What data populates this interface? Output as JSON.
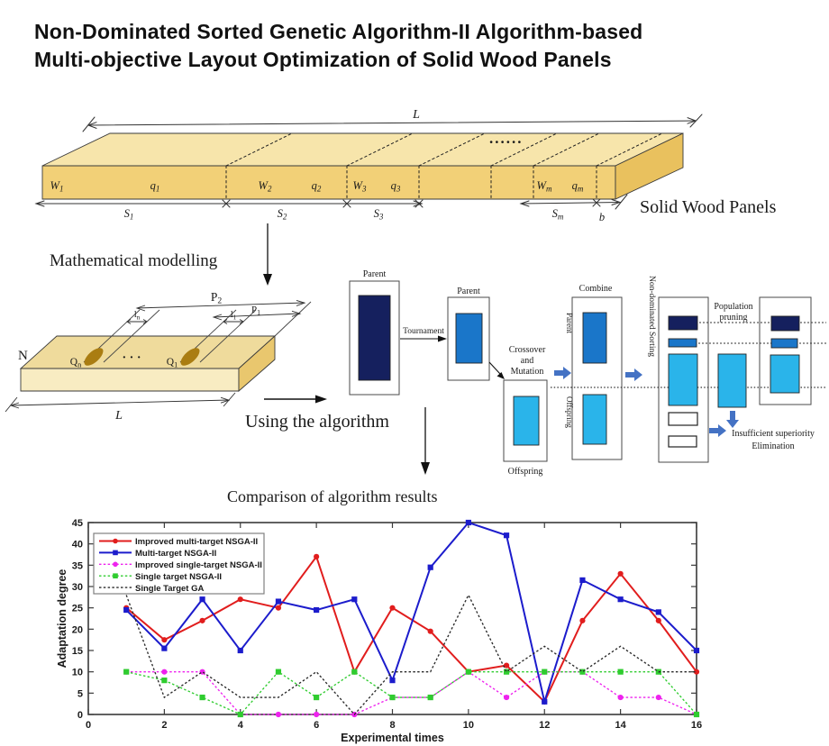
{
  "header": {
    "title_line1": "Non-Dominated Sorted Genetic Algorithm-II Algorithm-based",
    "title_line2": "Multi-objective Layout Optimization of Solid Wood Panels"
  },
  "panel_diagram": {
    "caption": "Solid Wood Panels",
    "length_label": "L",
    "ellipsis": "......",
    "face_labels": [
      "W1",
      "q1",
      "W2",
      "q2",
      "W3",
      "q3",
      "Wm",
      "qm"
    ],
    "section_labels": [
      "S1",
      "S2",
      "S3",
      "Sm",
      "b"
    ]
  },
  "model_diagram": {
    "caption": "Mathematical modelling",
    "n": "N",
    "p2": "P2",
    "p1": "P1",
    "ln": "ln",
    "l1": "l1",
    "qn": "Qn",
    "q1": "Q1",
    "l": "L",
    "dots": "· · ·"
  },
  "flow": {
    "using": "Using the algorithm",
    "comparison": "Comparison of algorithm results",
    "parent1": "Parent",
    "parent2": "Parent",
    "tournament": "Tournament",
    "crossover": [
      "Crossover",
      "and",
      "Mutation"
    ],
    "offspring": "Offspring",
    "combine": "Combine",
    "parent_rot": "Parent",
    "offspring_rot": "Offspring",
    "nds": "Non-dominated Sorting",
    "pruning": [
      "Population",
      "pruning"
    ],
    "elimination": [
      "Insufficient superiority",
      "Elimination"
    ]
  },
  "colors": {
    "navy": "#15205e",
    "blue": "#1a76c9",
    "cyan": "#2ab4ea",
    "block_arrow": "#4472c4",
    "wood_top": "#f7e5ab",
    "wood_front": "#f2d077",
    "wood_side": "#e9c15e",
    "wood2_top": "#efdb9c",
    "wood2_front": "#f8ecc2",
    "wood2_side": "#e9c76e",
    "knot": "#aa7d12"
  },
  "chart_data": {
    "type": "line",
    "x": [
      1,
      2,
      3,
      4,
      5,
      6,
      7,
      8,
      9,
      10,
      11,
      12,
      13,
      14,
      15,
      16
    ],
    "series": [
      {
        "name": "Improved multi-target NSGA-II",
        "color": "#e11d1d",
        "style": "solid",
        "marker": "circle",
        "values": [
          25,
          17.5,
          22,
          27,
          25,
          37,
          10,
          25,
          19.5,
          10,
          11.5,
          3,
          22,
          33,
          22,
          10
        ]
      },
      {
        "name": "Multi-target NSGA-II",
        "color": "#1c1ccc",
        "style": "solid",
        "marker": "square",
        "values": [
          24.5,
          15.5,
          27,
          15,
          26.5,
          24.5,
          27,
          8,
          34.5,
          45,
          42,
          3,
          31.5,
          27,
          24,
          15
        ]
      },
      {
        "name": "Improved single-target NSGA-II",
        "color": "#ee22ee",
        "style": "dotted",
        "marker": "circle",
        "values": [
          10,
          10,
          10,
          0,
          0,
          0,
          0,
          4,
          4,
          10,
          4,
          10,
          10,
          4,
          4,
          0
        ]
      },
      {
        "name": "Single target NSGA-II",
        "color": "#2fcc2f",
        "style": "dotted",
        "marker": "square",
        "values": [
          10,
          8,
          4,
          0,
          10,
          4,
          10,
          4,
          4,
          10,
          10,
          10,
          10,
          10,
          10,
          0
        ]
      },
      {
        "name": "Single Target GA",
        "color": "#2a2a2a",
        "style": "dotted",
        "marker": "none",
        "values": [
          28,
          4,
          10,
          4,
          4,
          10,
          0,
          10,
          10,
          28,
          10,
          16,
          10,
          16,
          10,
          10
        ]
      }
    ],
    "title": "",
    "xlabel": "Experimental times",
    "ylabel": "Adaptation degree",
    "xlim": [
      0,
      16
    ],
    "ylim": [
      0,
      45
    ],
    "xticks": [
      0,
      2,
      4,
      6,
      8,
      10,
      12,
      14,
      16
    ],
    "yticks": [
      0,
      5,
      10,
      15,
      20,
      25,
      30,
      35,
      40,
      45
    ],
    "grid": false,
    "legend_position": "top-left"
  }
}
